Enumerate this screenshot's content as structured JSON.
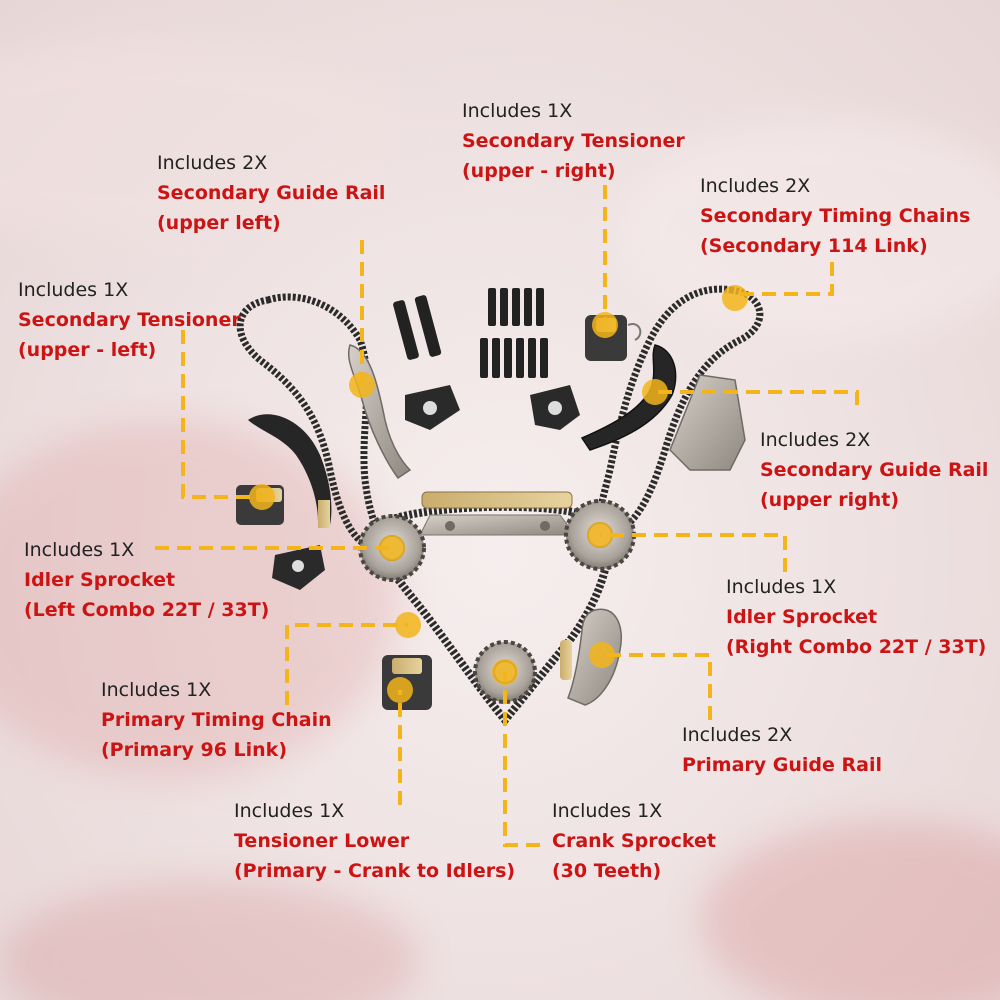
{
  "colors": {
    "callout_red": "#cc1414",
    "callout_black": "#222222",
    "leader_yellow": "#f3b51b",
    "chain_dark": "#2b2b2b",
    "part_metal": "#b9b2a8",
    "part_black": "#262626"
  },
  "callouts": [
    {
      "id": "sec-guide-rail-upper-left",
      "qty": "Includes 2X",
      "name": "Secondary Guide Rail",
      "detail": "(upper left)"
    },
    {
      "id": "sec-tensioner-upper-right",
      "qty": "Includes 1X",
      "name": "Secondary Tensioner",
      "detail": "(upper - right)"
    },
    {
      "id": "sec-timing-chains",
      "qty": "Includes 2X",
      "name": "Secondary Timing Chains",
      "detail": "(Secondary 114 Link)"
    },
    {
      "id": "sec-tensioner-upper-left",
      "qty": "Includes 1X",
      "name": "Secondary Tensioner",
      "detail": "(upper - left)"
    },
    {
      "id": "sec-guide-rail-upper-right",
      "qty": "Includes 2X",
      "name": "Secondary Guide Rail",
      "detail": "(upper right)"
    },
    {
      "id": "idler-sprocket-left",
      "qty": "Includes 1X",
      "name": "Idler Sprocket",
      "detail": "(Left Combo 22T / 33T)"
    },
    {
      "id": "idler-sprocket-right",
      "qty": "Includes 1X",
      "name": "Idler Sprocket",
      "detail": "(Right Combo 22T / 33T)"
    },
    {
      "id": "primary-timing-chain",
      "qty": "Includes 1X",
      "name": "Primary Timing Chain",
      "detail": "(Primary 96 Link)"
    },
    {
      "id": "primary-guide-rail",
      "qty": "Includes 2X",
      "name": "Primary Guide Rail",
      "detail": ""
    },
    {
      "id": "tensioner-lower",
      "qty": "Includes 1X",
      "name": "Tensioner Lower",
      "detail": "(Primary - Crank to Idlers)"
    },
    {
      "id": "crank-sprocket",
      "qty": "Includes 1X",
      "name": "Crank Sprocket",
      "detail": "(30 Teeth)"
    }
  ]
}
